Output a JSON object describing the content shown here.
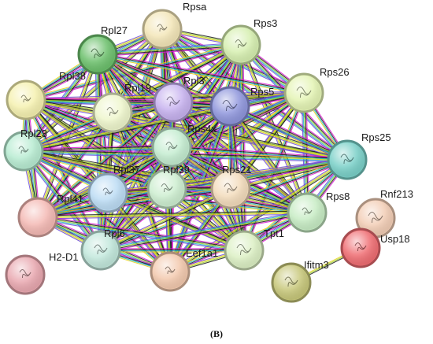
{
  "panel_label": "(B)",
  "nodes": [
    {
      "id": "Rpsa",
      "label": "Rpsa",
      "color": "#f3e6b8"
    },
    {
      "id": "Rps3",
      "label": "Rps3",
      "color": "#d6efb0"
    },
    {
      "id": "Rpl27",
      "label": "Rpl27",
      "color": "#6cc06c"
    },
    {
      "id": "Rps26",
      "label": "Rps26",
      "color": "#e4f4b4"
    },
    {
      "id": "Rpl38",
      "label": "Rpl38",
      "color": "#f5f1b0"
    },
    {
      "id": "Rpl19",
      "label": "Rpl19",
      "color": "#eef6cc"
    },
    {
      "id": "Rpl3",
      "label": "Rpl3",
      "color": "#c7b2ef"
    },
    {
      "id": "Rps5",
      "label": "Rps5",
      "color": "#8f96dc"
    },
    {
      "id": "Rpl23",
      "label": "Rpl23",
      "color": "#b8ecd2"
    },
    {
      "id": "Rps4x",
      "label": "Rps4x",
      "color": "#c4ecd0"
    },
    {
      "id": "Rps25",
      "label": "Rps25",
      "color": "#7ad0c8"
    },
    {
      "id": "Rnf213",
      "label": "Rnf213",
      "color": "#f2cdb5"
    },
    {
      "id": "Rpl37",
      "label": "Rpl37",
      "color": "#bcdcf4"
    },
    {
      "id": "Rpl39",
      "label": "Rpl39",
      "color": "#cdeed0"
    },
    {
      "id": "Rps21",
      "label": "Rps21",
      "color": "#f3dcbc"
    },
    {
      "id": "Rpl41",
      "label": "Rpl41",
      "color": "#f4b9b4"
    },
    {
      "id": "Rps8",
      "label": "Rps8",
      "color": "#c7ecc4"
    },
    {
      "id": "Usp18",
      "label": "Usp18",
      "color": "#ef6d72"
    },
    {
      "id": "Rpl6",
      "label": "Rpl6",
      "color": "#c2e8dc"
    },
    {
      "id": "Tpt1",
      "label": "Tpt1",
      "color": "#dcf0c4"
    },
    {
      "id": "Eef1a1",
      "label": "Eef1a1",
      "color": "#f3c9ae"
    },
    {
      "id": "H2-D1",
      "label": "H2-D1",
      "color": "#e9a8b0"
    },
    {
      "id": "Ifitm3",
      "label": "Ifitm3",
      "color": "#c7c77a"
    }
  ],
  "edge_colors": [
    "#d91ad0",
    "#1a1a1a",
    "#9ccf2a",
    "#1fb8c8",
    "#e7d21a",
    "#6a4ad8"
  ],
  "outline_color": "#9a9a9a",
  "isolated_edges": [
    [
      "Rnf213",
      "Usp18"
    ],
    [
      "Usp18",
      "Ifitm3"
    ]
  ],
  "isolated_node": "H2-D1"
}
